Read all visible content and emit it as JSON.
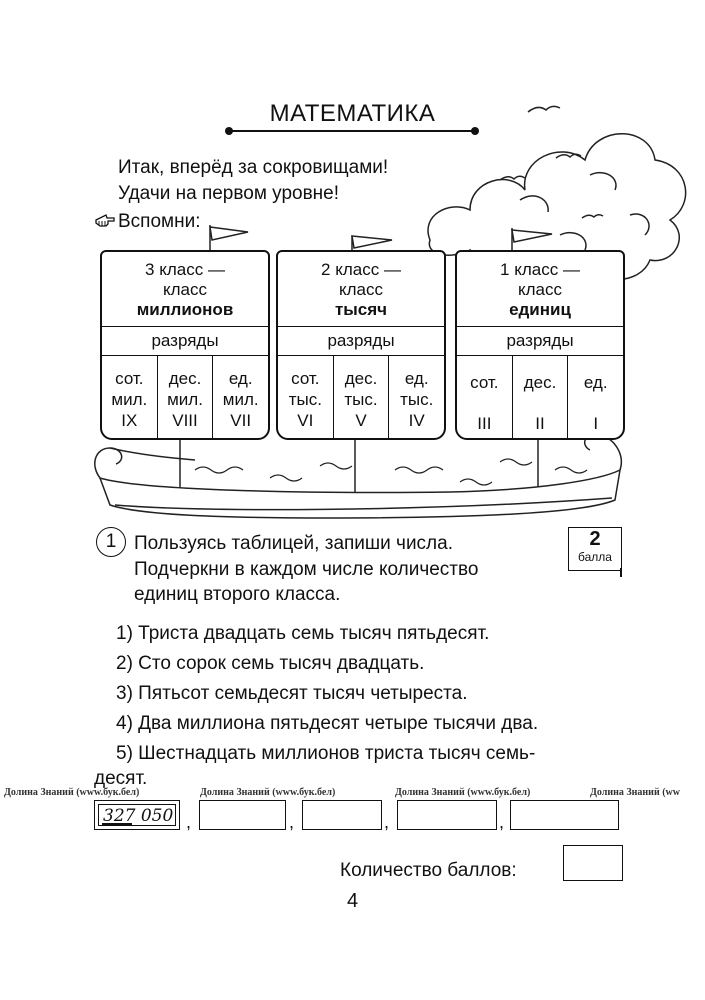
{
  "title": "МАТЕМАТИКА",
  "intro": {
    "line1": "Итак, вперёд за сокровищами!",
    "line2": "Удачи на первом уровне!"
  },
  "remember": {
    "icon": "pointing-hand-icon",
    "label": "Вспомни:"
  },
  "sails": [
    {
      "class_line1": "3 класс —",
      "class_line2": "класс",
      "class_name": "миллионов",
      "razryady": "разряды",
      "cols": [
        [
          "сот.",
          "мил.",
          "IX"
        ],
        [
          "дес.",
          "мил.",
          "VIII"
        ],
        [
          "ед.",
          "мил.",
          "VII"
        ]
      ]
    },
    {
      "class_line1": "2 класс —",
      "class_line2": "класс",
      "class_name": "тысяч",
      "razryady": "разряды",
      "cols": [
        [
          "сот.",
          "тыс.",
          "VI"
        ],
        [
          "дес.",
          "тыс.",
          "V"
        ],
        [
          "ед.",
          "тыс.",
          "IV"
        ]
      ]
    },
    {
      "class_line1": "1 класс —",
      "class_line2": "класс",
      "class_name": "единиц",
      "razryady": "разряды",
      "cols": [
        [
          "сот.",
          "",
          "III"
        ],
        [
          "дес.",
          "",
          "II"
        ],
        [
          "ед.",
          "",
          "I"
        ]
      ]
    }
  ],
  "task": {
    "number": "1",
    "line1": "Пользуясь таблицей, запиши числа.",
    "line2": "Подчеркни в каждом числе количество",
    "line3": "единиц второго класса.",
    "points_num": "2",
    "points_word": "балла"
  },
  "items": {
    "i1": "1) Триста двадцать семь тысяч пятьдесят.",
    "i2": "2) Сто сорок семь тысяч двадцать.",
    "i3": "3) Пятьсот семьдесят тысяч четыреста.",
    "i4": "4) Два миллиона пятьдесят четыре тысячи два.",
    "i5": "5) Шестнадцать миллионов триста тысяч семь-",
    "i5b": "десят."
  },
  "watermark": "Долина Знаний (www.бук.бел)",
  "watermark_cut": "Долина Знаний (ww",
  "answers": {
    "first_underlined": "327",
    "first_rest": " 050",
    "comma": ","
  },
  "score_label": "Количество баллов:",
  "page_number": "4"
}
